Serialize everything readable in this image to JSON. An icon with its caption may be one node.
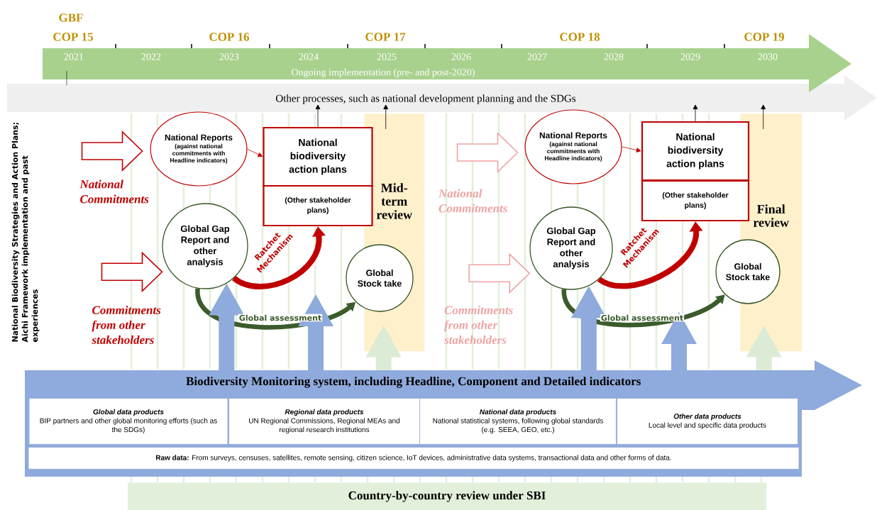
{
  "diagram": {
    "nodes": [
      {
        "text": [
          "Ongoing implementation (pre- and post-2020)"
        ]
      },
      {
        "text": [
          "Other processes, such as national development planning and the SDGs"
        ]
      },
      {
        "text": [
          "National Reports",
          "(against national commitments with Headline indicators)"
        ]
      },
      {
        "text": [
          "National biodiversity action plans"
        ]
      },
      {
        "text": [
          "(Other stakeholder plans)"
        ]
      },
      {
        "text": [
          "Global Gap Report and other analysis"
        ]
      },
      {
        "text": [
          "Mid-term review"
        ]
      },
      {
        "text": [
          "Global Stock take"
        ]
      },
      {
        "text": [
          "National Reports",
          "(against national commitments with Headline indicators)"
        ]
      },
      {
        "text": [
          "National biodiversity action plans"
        ]
      },
      {
        "text": [
          "(Other stakeholder plans)"
        ]
      },
      {
        "text": [
          "Global Gap Report and other analysis"
        ]
      },
      {
        "text": [
          "Final review"
        ]
      },
      {
        "text": [
          "Global Stock take"
        ]
      },
      {
        "text": [
          "Biodiversity Monitoring system, including Headline, Component and Detailed indicators"
        ]
      },
      {
        "text": [
          "Global data products",
          "BIP partners and other global monitoring efforts (such as the SDGs)"
        ],
        "in": 14
      },
      {
        "text": [
          "Regional data products",
          "UN Regional Commissions, Regional MEAs and regional research institutions"
        ],
        "in": 14
      },
      {
        "text": [
          "National data products",
          "National statistical systems, following global standards (e.g. SEEA, GEO, etc.)"
        ],
        "in": 14
      },
      {
        "text": [
          "Other data products",
          "Local level and specific data products"
        ],
        "in": 14
      },
      {
        "text": [
          "**Raw data:** From surveys, censuses, satellites, remote sensing, citizen science, IoT devices, administrative data systems, transactional data and other forms of data."
        ],
        "in": 14
      },
      {
        "text": [
          "Country-by-country review under SBI"
        ]
      }
    ],
    "edges": [
      {
        "from": null,
        "to": 2,
        "arrow": "to",
        "label": "National Commitments",
        "color": "#c00000"
      },
      {
        "from": null,
        "to": 5,
        "arrow": "to",
        "label": "Commitments from other stakeholders",
        "color": "#c00000"
      },
      {
        "from": null,
        "to": 8,
        "arrow": "to",
        "label": "National Commitments",
        "color": "#eea3a3"
      },
      {
        "from": null,
        "to": 11,
        "arrow": "to",
        "label": "Commitments from other stakeholders",
        "color": "#eea3a3"
      },
      {
        "from": 2,
        "to": 3,
        "arrow": "to",
        "color": "#c00000"
      },
      {
        "from": 8,
        "to": 9,
        "arrow": "to",
        "color": "#c00000"
      },
      {
        "from": 5,
        "to": 4,
        "arrow": "to",
        "label": "Ratchet Mechanism",
        "style": "thick",
        "color": "#c00000"
      },
      {
        "from": 11,
        "to": 10,
        "arrow": "to",
        "label": "Ratchet Mechanism",
        "style": "thick",
        "color": "#c00000"
      },
      {
        "from": 5,
        "to": 7,
        "arrow": "to",
        "label": "Global assessment",
        "style": "thick",
        "color": "#3b5b2b"
      },
      {
        "from": 11,
        "to": 13,
        "arrow": "to",
        "label": "Global assessment",
        "style": "thick",
        "color": "#3b5b2b"
      },
      {
        "from": 3,
        "to": 1,
        "arrow": "to",
        "color": "#000000"
      },
      {
        "from": 6,
        "to": 1,
        "arrow": "to",
        "color": "#000000"
      },
      {
        "from": 9,
        "to": 1,
        "arrow": "to",
        "color": "#000000"
      },
      {
        "from": 12,
        "to": 1,
        "arrow": "to",
        "color": "#000000"
      },
      {
        "from": 14,
        "to": 5,
        "arrow": "to",
        "style": "thick",
        "color": "#8faadc"
      },
      {
        "from": 14,
        "to": null,
        "arrow": "to",
        "style": "thick",
        "color": "#8faadc"
      },
      {
        "from": 14,
        "to": 11,
        "arrow": "to",
        "style": "thick",
        "color": "#8faadc"
      },
      {
        "from": 14,
        "to": null,
        "arrow": "to",
        "style": "thick",
        "color": "#8faadc"
      },
      {
        "from": 14,
        "to": 6,
        "arrow": "to",
        "style": "thick",
        "color": "#dcebd5"
      },
      {
        "from": 14,
        "to": 12,
        "arrow": "to",
        "style": "thick",
        "color": "#dcebd5"
      }
    ],
    "labels": [
      "GBF",
      "COP 15",
      "COP 16",
      "COP 17",
      "COP 18",
      "COP 19",
      "2021",
      "2022",
      "2023",
      "2024",
      "2025",
      "2026",
      "2027",
      "2028",
      "2029",
      "2030",
      "National Biodiversity Strategies and Action Plans; Aichi Framework implementation and past experiences"
    ]
  }
}
